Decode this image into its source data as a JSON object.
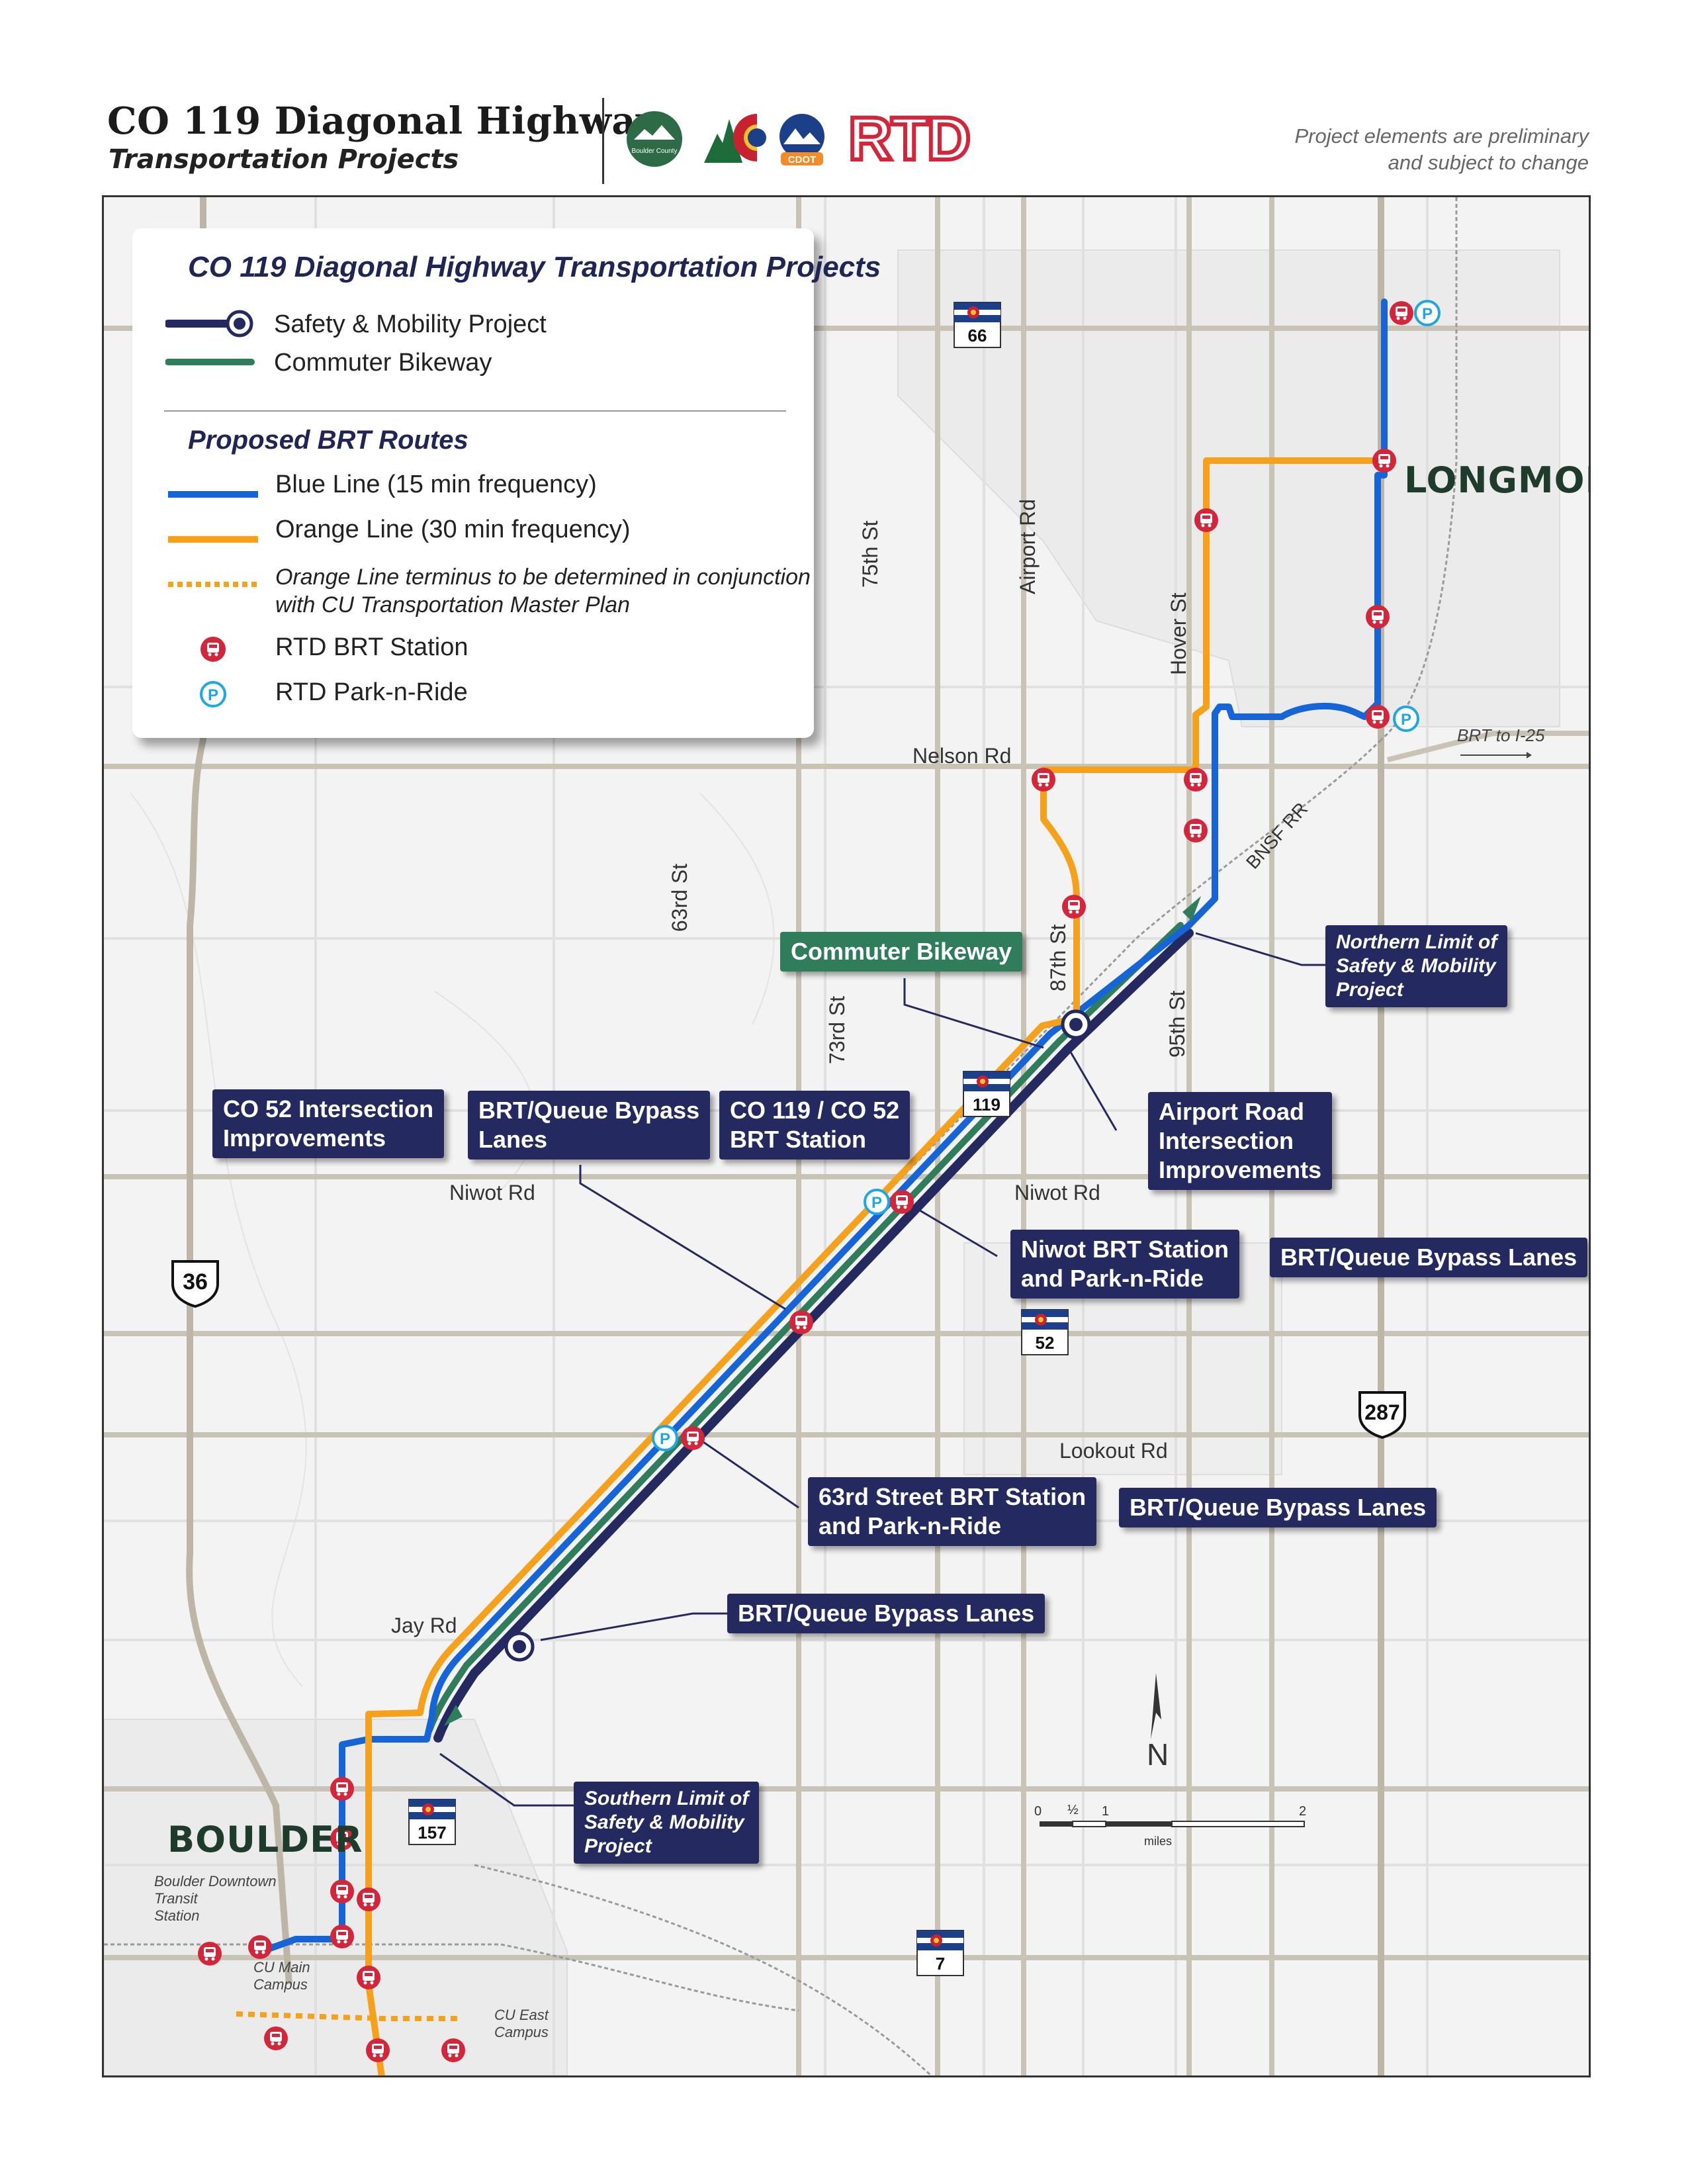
{
  "header": {
    "title": "CO 119 Diagonal Highway",
    "subtitle": "Transportation Projects",
    "disclaimer_line1": "Project elements are preliminary",
    "disclaimer_line2": "and subject to change",
    "logos": {
      "boulder_county": "Boulder County",
      "cdot": "CDOT",
      "rtd": "RTD"
    }
  },
  "colors": {
    "safety_mobility": "#242a5f",
    "commuter_bikeway": "#2f7d5b",
    "blue_line": "#1565d8",
    "orange_line": "#f5a11c",
    "brt_station": "#d3263a",
    "park_n_ride": "#1ea7e1",
    "road": "#c9c3b6"
  },
  "legend": {
    "title": "CO 119 Diagonal Highway Transportation Projects",
    "items": [
      {
        "label": "Safety & Mobility Project"
      },
      {
        "label": "Commuter Bikeway"
      }
    ],
    "brt_title": "Proposed BRT Routes",
    "brt_items": [
      {
        "label": "Blue Line (15 min frequency)"
      },
      {
        "label": "Orange Line (30 min frequency)"
      },
      {
        "label_line1": "Orange Line terminus to be determined in conjunction",
        "label_line2": "with CU Transportation Master Plan"
      },
      {
        "label": "RTD BRT Station"
      },
      {
        "label": "RTD Park-n-Ride"
      }
    ]
  },
  "map": {
    "cities": {
      "longmont": "LONGMONT",
      "boulder": "BOULDER"
    },
    "roads": {
      "nelson": "Nelson Rd",
      "niwot_w": "Niwot Rd",
      "niwot_e": "Niwot Rd",
      "lookout": "Lookout Rd",
      "jay": "Jay Rd",
      "st75": "75th St",
      "airport": "Airport Rd",
      "hover": "Hover St",
      "st63": "63rd St",
      "st73": "73rd St",
      "st87": "87th St",
      "st95": "95th St",
      "bnsf": "BNSF RR",
      "brt_i25": "BRT to I-25"
    },
    "shields": [
      "66",
      "119",
      "52",
      "36",
      "287",
      "157",
      "7"
    ],
    "places": {
      "boulder_transit_l1": "Boulder Downtown",
      "boulder_transit_l2": "Transit",
      "boulder_transit_l3": "Station",
      "cu_main_l1": "CU Main",
      "cu_main_l2": "Campus",
      "cu_east_l1": "CU East",
      "cu_east_l2": "Campus"
    },
    "scale": {
      "ticks": [
        "0",
        "½",
        "1",
        "2"
      ],
      "unit": "miles",
      "north": "N"
    },
    "callouts": {
      "commuter_bikeway": "Commuter Bikeway",
      "northern_limit": [
        "Northern Limit of",
        "Safety & Mobility",
        "Project"
      ],
      "co52_intersection": [
        "CO 52 Intersection",
        "Improvements"
      ],
      "queue_bypass_1": [
        "BRT/Queue Bypass",
        "Lanes"
      ],
      "co119_co52_station": [
        "CO 119 / CO 52",
        "BRT Station"
      ],
      "airport_road": [
        "Airport Road",
        "Intersection",
        "Improvements"
      ],
      "niwot_station": [
        "Niwot BRT Station",
        "and Park-n-Ride"
      ],
      "queue_bypass_2": "BRT/Queue Bypass Lanes",
      "st63_station": [
        "63rd Street BRT Station",
        "and Park-n-Ride"
      ],
      "queue_bypass_3": "BRT/Queue Bypass Lanes",
      "queue_bypass_4": "BRT/Queue Bypass Lanes",
      "southern_limit": [
        "Southern Limit of",
        "Safety & Mobility",
        "Project"
      ]
    }
  }
}
